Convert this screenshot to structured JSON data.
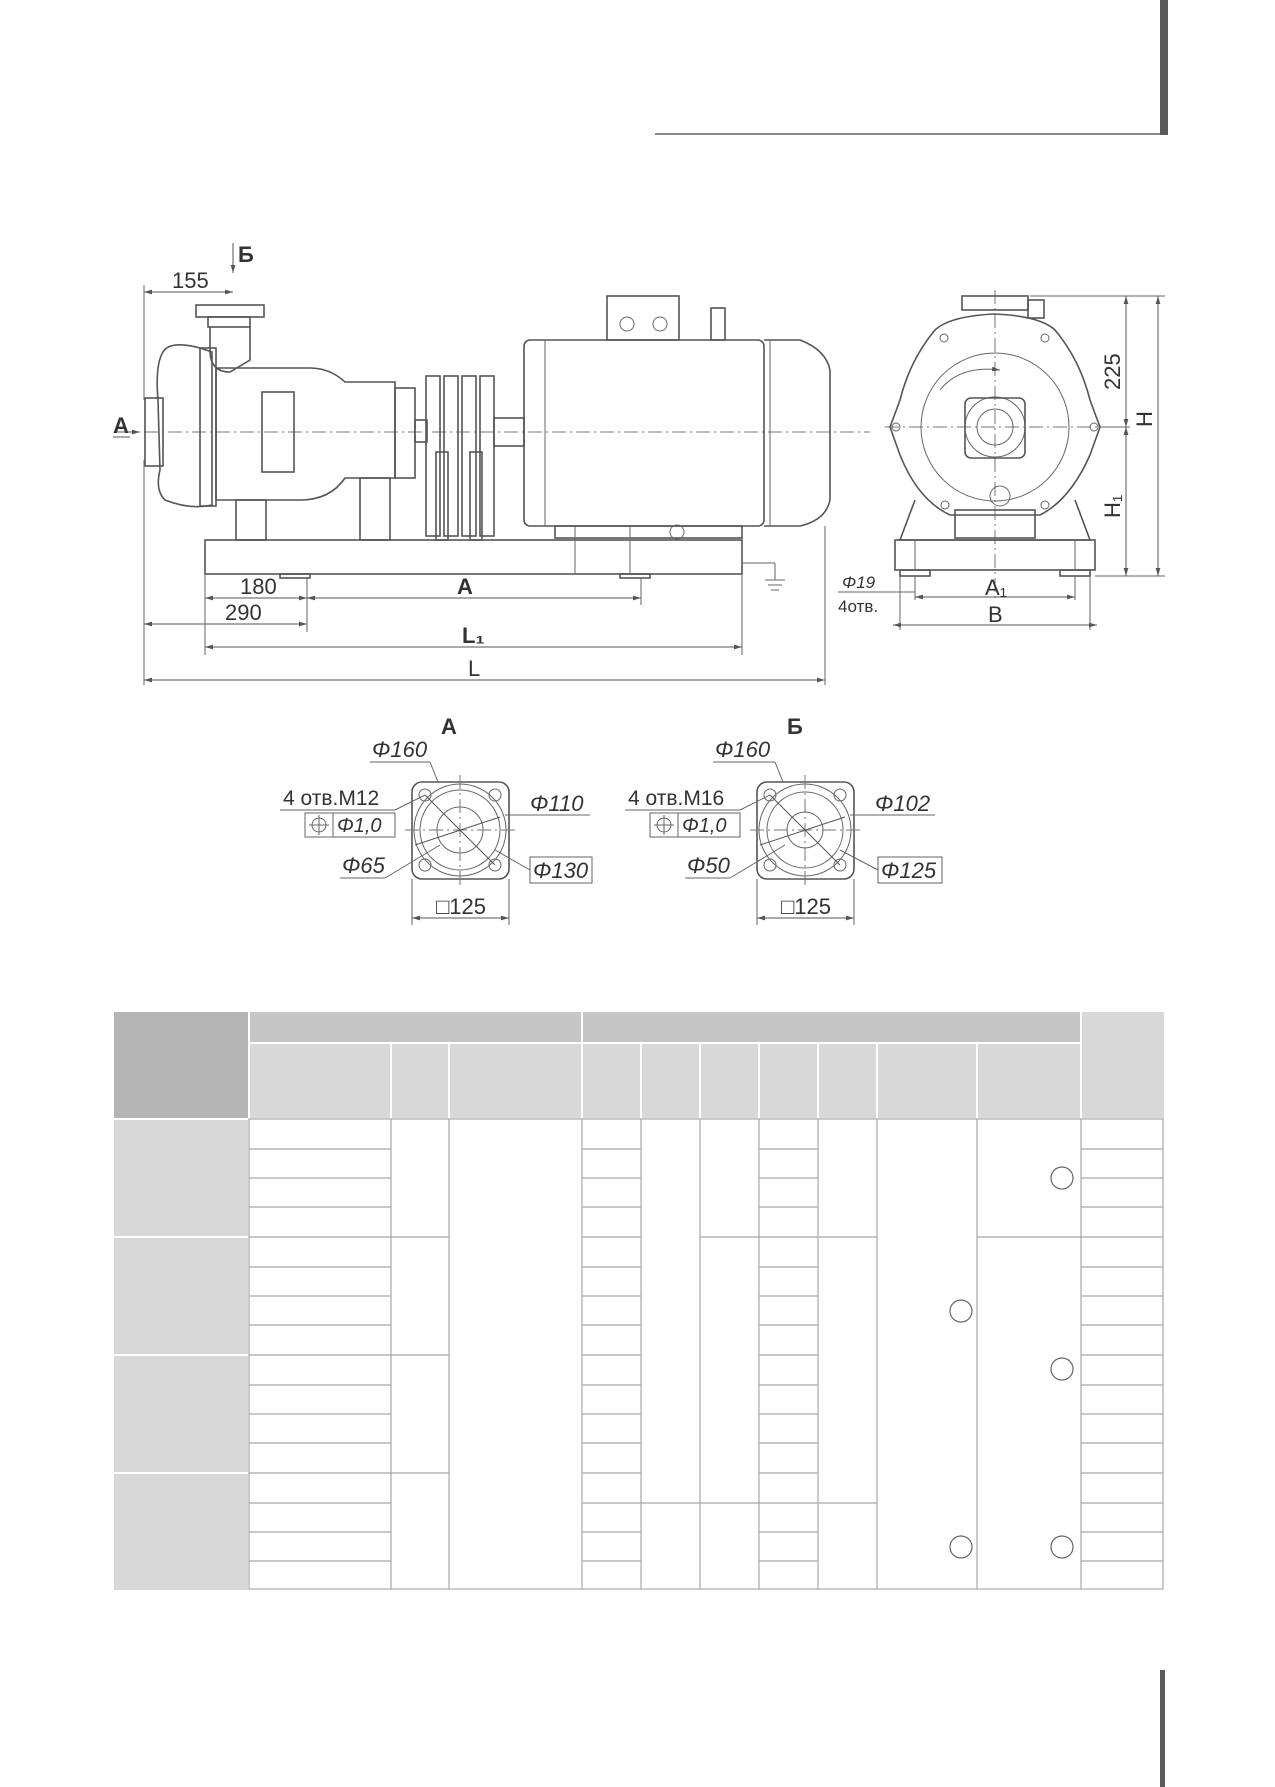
{
  "side_view": {
    "view_a_arrow": "А",
    "view_b_arrow": "Б",
    "dim_155": "155",
    "dim_180": "180",
    "dim_290": "290",
    "dim_A": "A",
    "dim_L1": "L₁",
    "dim_L": "L"
  },
  "end_view": {
    "dim_225": "225",
    "dim_H": "H",
    "dim_H1": "H₁",
    "hole_dia": "Φ19",
    "hole_count": "4отв.",
    "dim_A1": "A₁",
    "dim_B": "B"
  },
  "flange_a": {
    "title": "А",
    "d160": "Φ160",
    "holes": "4 отв.M12",
    "tol": "Φ1,0",
    "d110": "Φ110",
    "d65": "Φ65",
    "d130": "Φ130",
    "sq125": "□125"
  },
  "flange_b": {
    "title": "Б",
    "d160": "Φ160",
    "holes": "4 отв.M16",
    "tol": "Φ1,0",
    "d102": "Φ102",
    "d50": "Φ50",
    "d125": "Φ125",
    "sq125": "□125"
  },
  "colors": {
    "header_dark": "#b4b4b4",
    "header_mid": "#c6c6c6",
    "header_light": "#d8d8d8",
    "grid": "#9a9a9a"
  }
}
